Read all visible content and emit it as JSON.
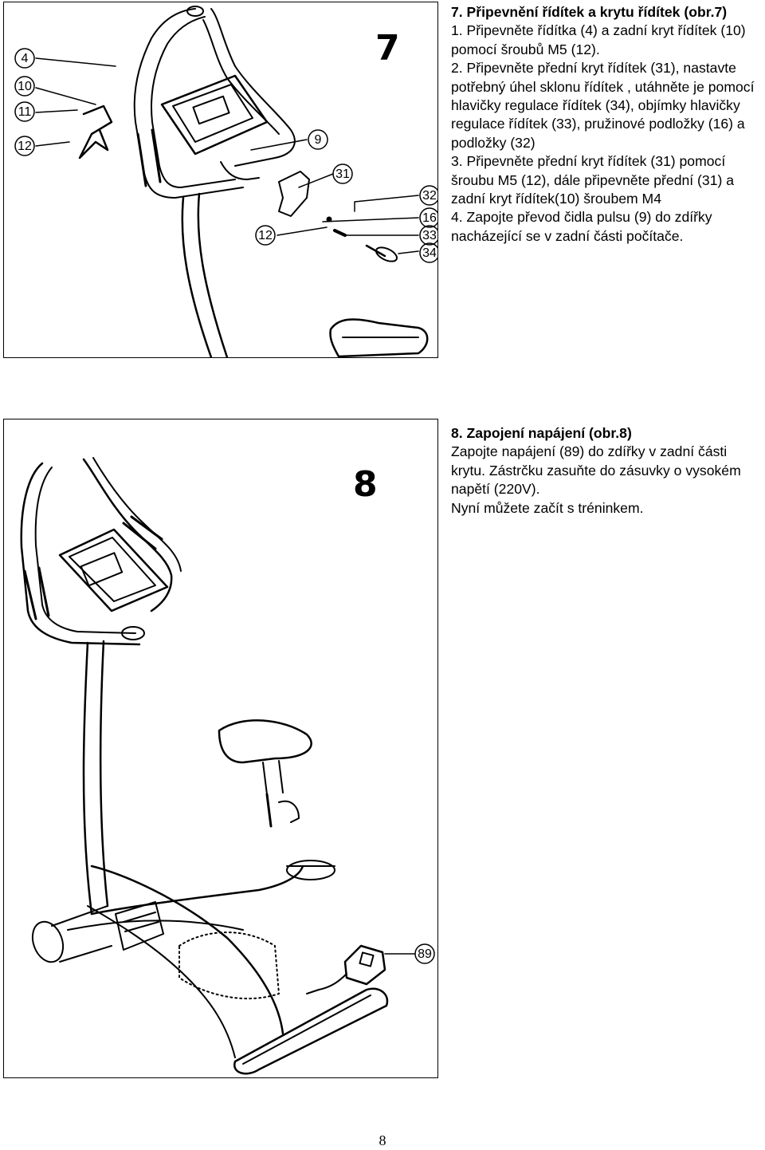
{
  "section7": {
    "figure_label": "7",
    "heading": "7. Připevnění řídítek a krytu řídítek (obr.7)",
    "steps": [
      "1. Připevněte řídítka (4) a zadní kryt řídítek (10) pomocí šroubů M5 (12).",
      "2. Připevněte přední kryt řídítek (31), nastavte potřebný úhel sklonu řídítek , utáhněte je pomocí hlavičky regulace řídítek (34), objímky hlavičky regulace řídítek (33), pružinové podložky (16) a podložky (32)",
      "3. Připevněte přední kryt řídítek (31) pomocí šroubu M5 (12), dále připevněte přední (31) a zadní kryt řídítek(10) šroubem M4",
      "4. Zapojte převod čidla pulsu (9) do zdířky nacházející se v zadní části počítače."
    ],
    "callouts": [
      "4",
      "10",
      "11",
      "12",
      "9",
      "31",
      "32",
      "16",
      "12",
      "33",
      "34"
    ]
  },
  "section8": {
    "figure_label": "8",
    "heading": "8. Zapojení napájení (obr.8)",
    "lines": [
      "Zapojte napájení (89) do zdířky v zadní části krytu. Zástrčku zasuňte do zásuvky o vysokém napětí (220V).",
      "Nyní můžete začít s tréninkem."
    ],
    "callouts": [
      "89"
    ]
  },
  "page_number": "8"
}
